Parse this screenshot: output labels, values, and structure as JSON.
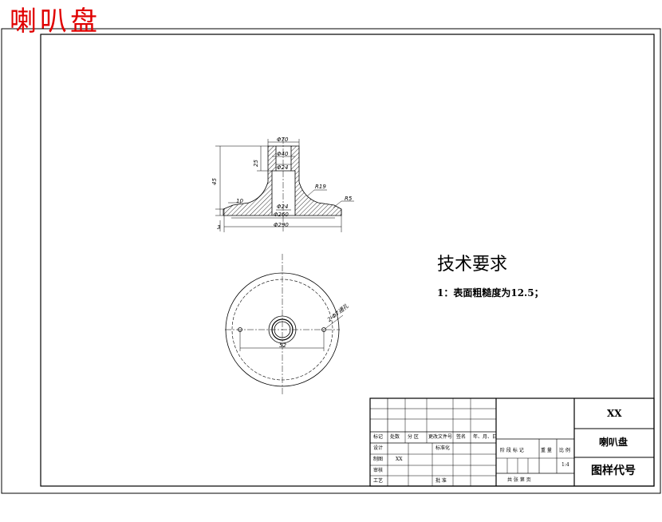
{
  "overlay_title": "喇叭盘",
  "technical_requirements": {
    "heading": "技术要求",
    "items": [
      "1：表面粗糙度为12.5；"
    ]
  },
  "dimensions": {
    "top_dia": "Φ70",
    "neck_dia": "Φ40",
    "bore_dia": "Φ24",
    "neck_height": "25",
    "total_height": "45",
    "fillet_r": "R19",
    "edge_r": "R5",
    "flange_step": "10",
    "bolt_circle_dia": "Φ260",
    "outer_dia": "Φ290",
    "flange_thk": "3",
    "hole_span": "52",
    "hole_note": "2-Φ7通孔"
  },
  "title_block": {
    "col_labels": [
      "标记",
      "处数",
      "分 区",
      "更改文件号",
      "签名",
      "年、月、日"
    ],
    "row_design": "设计",
    "row_standard": "标准化",
    "row_draw": "制图",
    "row_draw_value": "XX",
    "row_review": "审核",
    "row_process": "工艺",
    "row_approve": "批 准",
    "stage_labels": [
      "阶 段 标 记",
      "重 量",
      "比 例"
    ],
    "scale_value": "1:4",
    "sheet_labels": "共   张   第   页",
    "company": "XX",
    "part_name": "喇叭盘",
    "drawing_code": "图样代号"
  }
}
